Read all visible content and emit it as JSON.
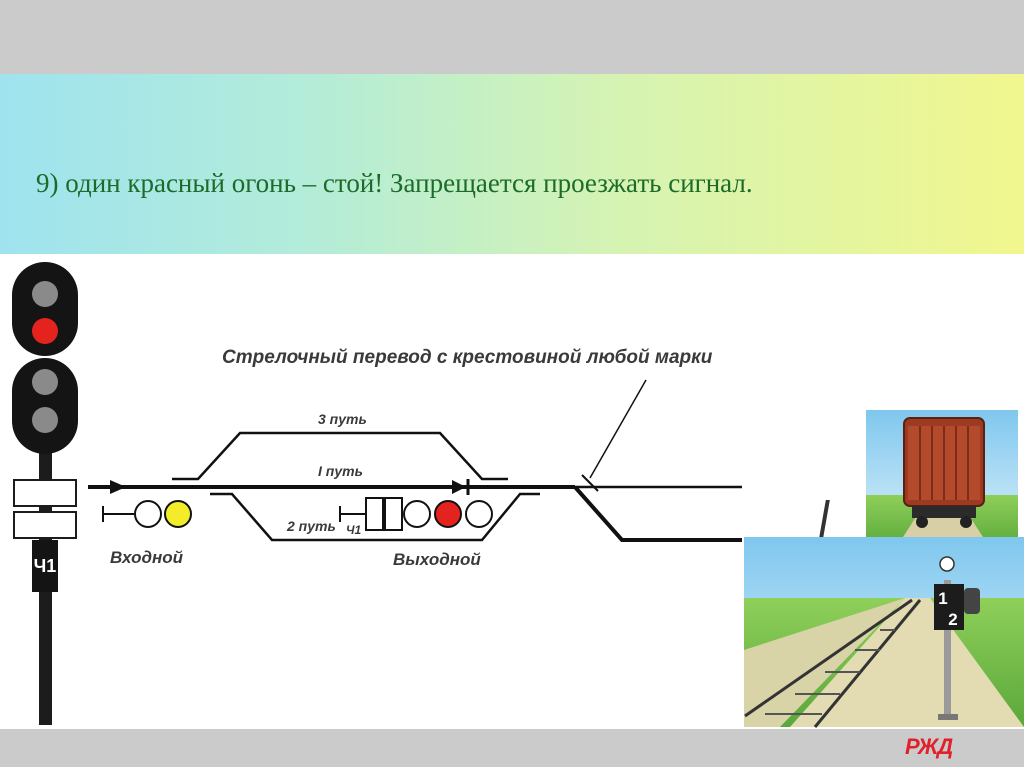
{
  "slide": {
    "title": "9) один красный огонь – стой! Запрещается проезжать сигнал."
  },
  "diagram": {
    "turnout_label": "Стрелочный  перевод  с крестовиной  любой  марки",
    "track_3": "3 путь",
    "track_1": "I путь",
    "track_2": "2 путь",
    "entry_signal": "Входной",
    "exit_signal": "Выходной",
    "exit_signal_code": "Ч1",
    "big_signal_plate": "Ч1",
    "track_indicator": [
      "1",
      "2"
    ]
  },
  "logo": {
    "text": "РЖД",
    "color": "#e0212b"
  },
  "colors": {
    "title_text": "#1d6b2b",
    "red_light": "#e4231e",
    "yellow_light": "#f2ec2a",
    "signal_body": "#141414",
    "unlit_lamp": "#8a8a8a"
  }
}
